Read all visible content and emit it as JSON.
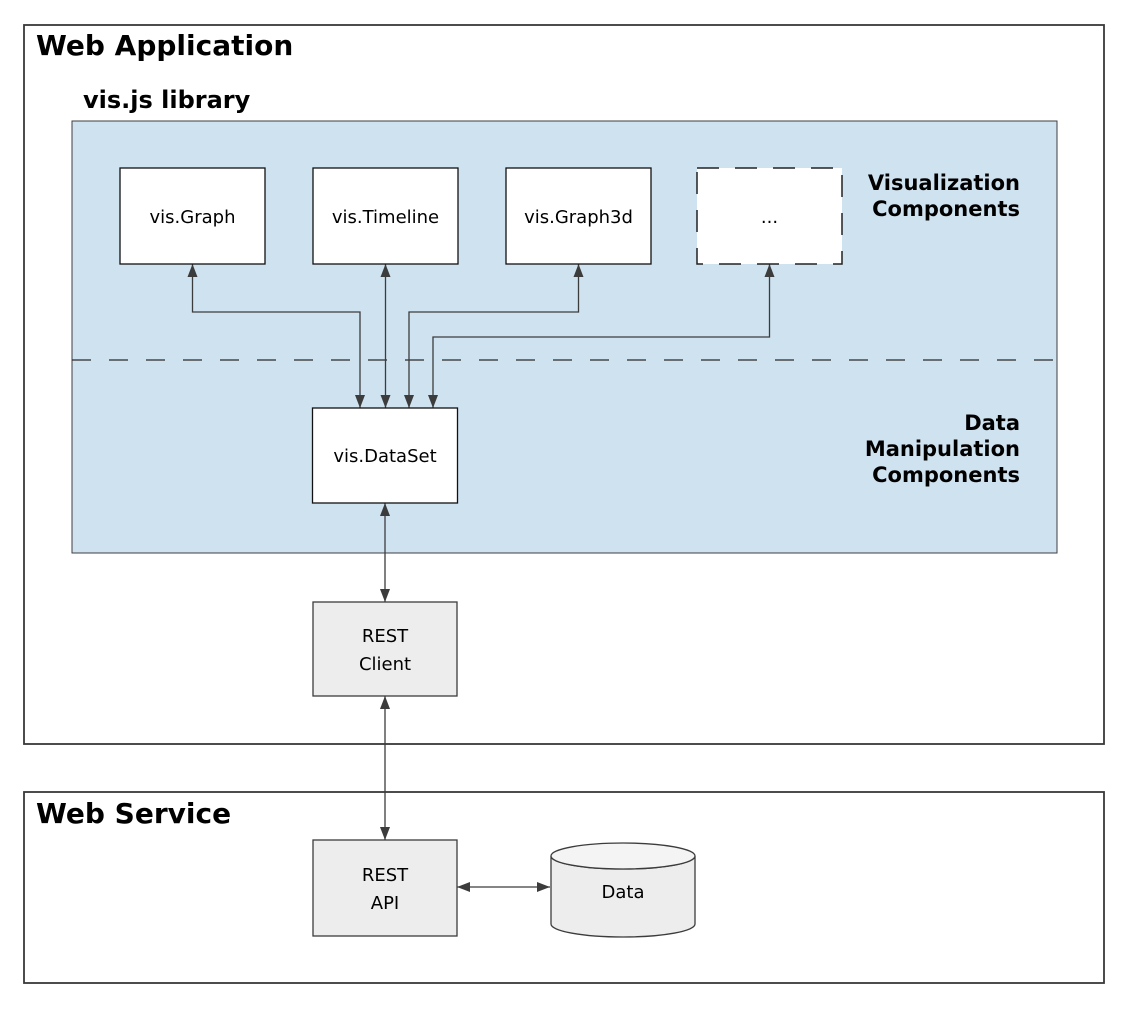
{
  "web_application": {
    "title": "Web Application"
  },
  "vis_library": {
    "title": "vis.js library",
    "components": [
      {
        "label": "vis.Graph"
      },
      {
        "label": "vis.Timeline"
      },
      {
        "label": "vis.Graph3d"
      },
      {
        "label": "..."
      }
    ],
    "region_labels": {
      "visualization": [
        "Visualization",
        "Components"
      ],
      "data_manipulation": [
        "Data",
        "Manipulation",
        "Components"
      ]
    },
    "dataset_label": "vis.DataSet"
  },
  "rest_client": [
    "REST",
    "Client"
  ],
  "web_service": {
    "title": "Web Service",
    "rest_api": [
      "REST",
      "API"
    ],
    "data_store_label": "Data"
  },
  "colors": {
    "component_area_fill": "#cfe2f0",
    "component_box_fill": "#ffffff",
    "service_box_fill": "#ededed",
    "cylinder_fill": "#ededed",
    "outer_border": "#383838",
    "box_border": "#111111",
    "arrow": "#3c3c3c",
    "text": "#000000"
  }
}
